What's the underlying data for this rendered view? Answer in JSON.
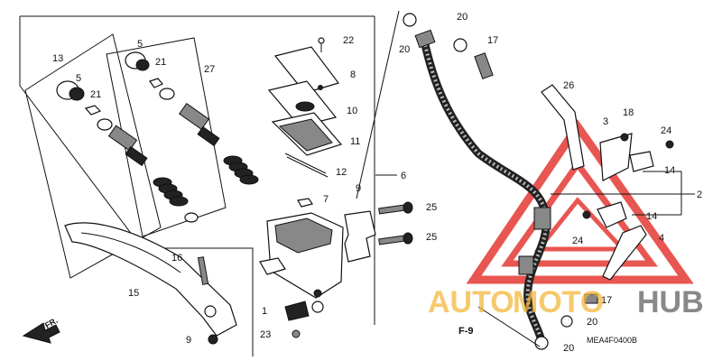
{
  "diagram": {
    "code": "MEA4F0400B",
    "fr_label": "FR.",
    "ref_label": "F-9",
    "parts": {
      "p13": "13",
      "p5a": "5",
      "p5b": "5",
      "p21a": "21",
      "p21b": "21",
      "p27": "27",
      "p22": "22",
      "p8": "8",
      "p10": "10",
      "p11": "11",
      "p12": "12",
      "p7": "7",
      "p6": "6",
      "p9a": "9",
      "p25a": "25",
      "p25b": "25",
      "p16": "16",
      "p15": "15",
      "p1": "1",
      "p9b": "9",
      "p23": "23",
      "p20a": "20",
      "p20b": "20",
      "p17a": "17",
      "p26": "26",
      "p3": "3",
      "p18": "18",
      "p24a": "24",
      "p14a": "14",
      "p2": "2",
      "p14b": "14",
      "p24b": "24",
      "p4": "4",
      "p17b": "17",
      "p20c": "20",
      "p20d": "20"
    }
  },
  "watermark": {
    "part1": "AUTO",
    "part2": "MOTO",
    "part3": "HUB",
    "colors": {
      "orange": "#f4b73b",
      "red": "#e53935",
      "gray": "#6c6c6c"
    }
  }
}
